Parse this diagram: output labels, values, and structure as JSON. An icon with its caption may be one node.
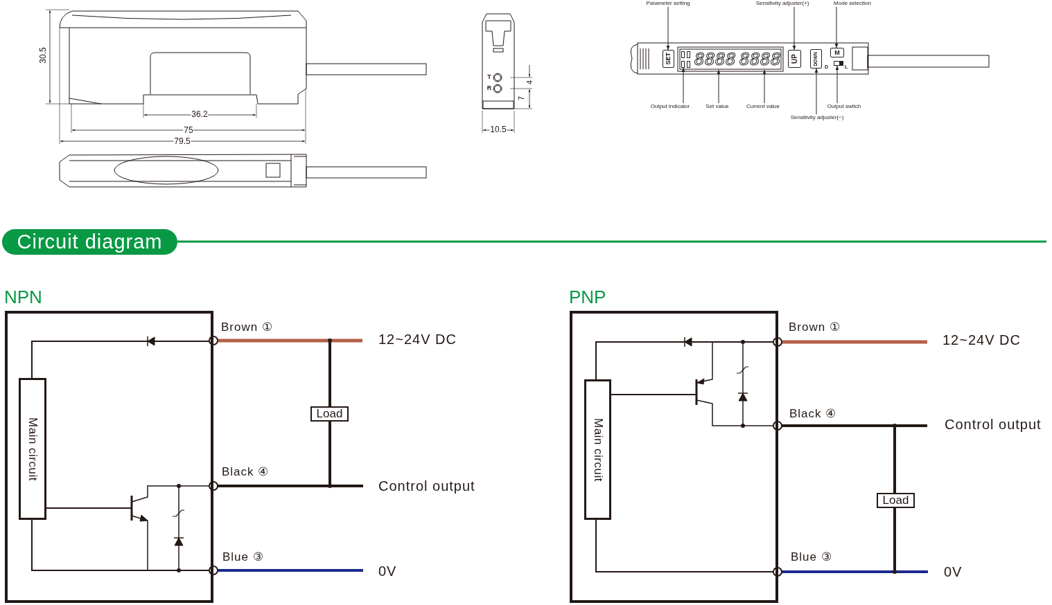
{
  "diagram": {
    "nodes": [
      {
        "text": [
          "Parameter setting"
        ]
      },
      {
        "text": [
          "Sensitivity adjuster(+)"
        ]
      },
      {
        "text": [
          "Mode selection"
        ]
      },
      {
        "text": [
          "SET"
        ]
      },
      {
        "text": [],
        "shape": "box"
      },
      {
        "text": [
          "8888"
        ]
      },
      {
        "text": [
          "8888"
        ]
      },
      {
        "text": [
          "UP"
        ]
      },
      {
        "text": [
          "DOWN"
        ]
      },
      {
        "text": [
          "M"
        ]
      },
      {
        "text": [],
        "shape": "box",
        "beside": [
          "D",
          "L"
        ]
      },
      {
        "text": [
          "Output indicator"
        ]
      },
      {
        "text": [
          "Set value"
        ]
      },
      {
        "text": [
          "Current value"
        ]
      },
      {
        "text": [
          "Output switch"
        ]
      },
      {
        "text": [
          "Sensitivity adjuster(−)"
        ]
      },
      {
        "text": [
          "Circuit diagram"
        ]
      },
      {
        "text": [
          "NPN"
        ]
      },
      {
        "text": [
          "Main circuit"
        ],
        "in": 17
      },
      {
        "text": [
          "Load"
        ]
      },
      {
        "text": [
          "PNP"
        ]
      },
      {
        "text": [
          "Main circuit"
        ],
        "in": 20
      },
      {
        "text": [
          "Load"
        ]
      }
    ],
    "edges": [
      {
        "from": 0,
        "to": 3,
        "arrow": "to"
      },
      {
        "from": 1,
        "to": 7,
        "arrow": "to"
      },
      {
        "from": 2,
        "to": 9,
        "arrow": "to"
      },
      {
        "from": 11,
        "to": 4,
        "arrow": "to"
      },
      {
        "from": 12,
        "to": 5,
        "arrow": "to"
      },
      {
        "from": 13,
        "to": 6,
        "arrow": "to"
      },
      {
        "from": 14,
        "to": 10,
        "arrow": "to"
      },
      {
        "from": 15,
        "to": 8,
        "arrow": "to"
      }
    ],
    "labels": [
      "30.5",
      "36.2",
      "75",
      "79.5",
      "T",
      "R",
      "4",
      "7",
      "10.5",
      "Brown ①",
      "12~24V DC",
      "Black ④",
      "Control output",
      "Blue ③",
      "0V",
      "Brown ①",
      "12~24V DC",
      "Black ④",
      "Control output",
      "Blue ③",
      "0V"
    ]
  }
}
